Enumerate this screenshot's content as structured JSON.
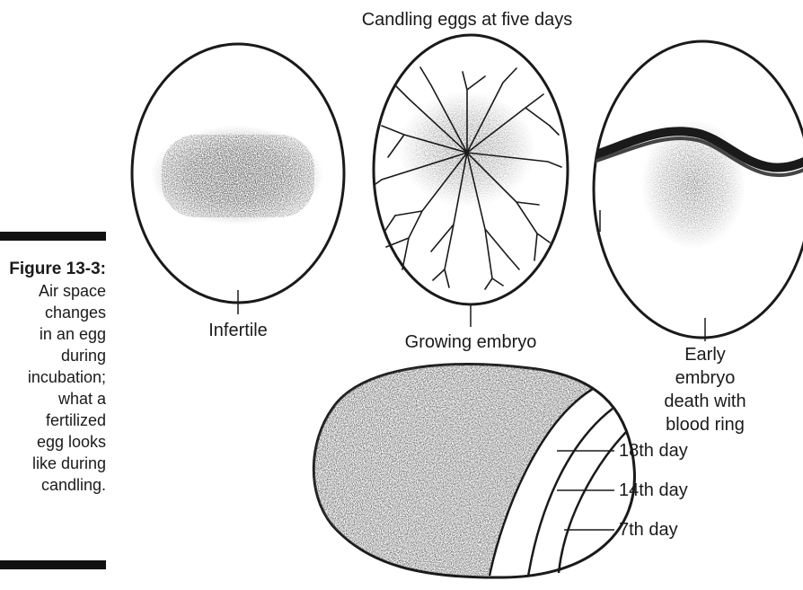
{
  "title": "Candling eggs at five days",
  "caption": {
    "figure_number": "Figure 13-3:",
    "text": "Air space\nchanges\nin an egg\nduring\nincubation;\nwhat a\nfertilized\negg looks\nlike during\ncandling."
  },
  "eggs": [
    {
      "label": "Infertile",
      "icon": "infertile-egg-icon"
    },
    {
      "label": "Growing embryo",
      "icon": "growing-embryo-egg-icon"
    },
    {
      "label": "Early embryo\ndeath with\nblood ring",
      "icon": "blood-ring-egg-icon"
    }
  ],
  "air_space": {
    "icon": "air-space-egg-icon",
    "labels": [
      "18th day",
      "14th day",
      "7th day"
    ]
  },
  "colors": {
    "ink": "#1a1a1a",
    "shading": "#6e6e6e"
  }
}
